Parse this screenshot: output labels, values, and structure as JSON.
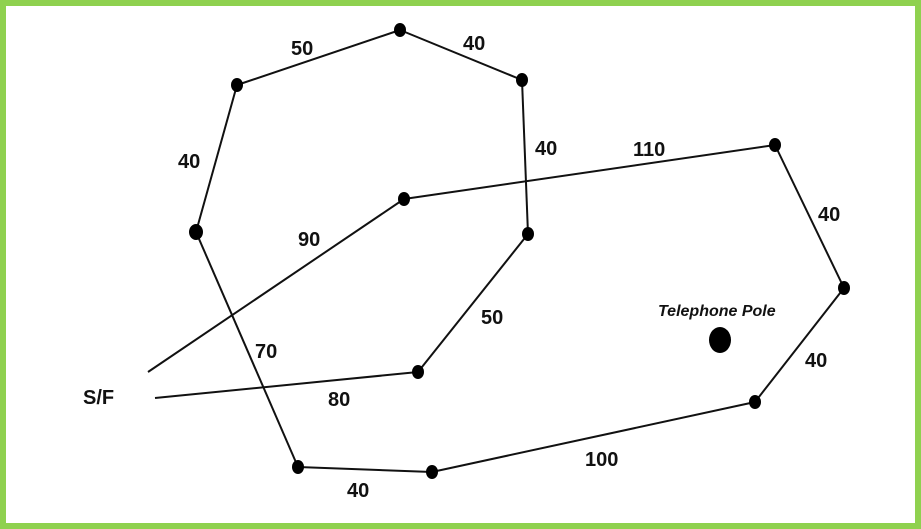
{
  "colors": {
    "border": "#8fd14f",
    "line": "#111111",
    "node": "#000000"
  },
  "start_label": "S/F",
  "landmark_label": "Telephone Pole",
  "segment_lengths": [
    "50",
    "40",
    "40",
    "40",
    "110",
    "40",
    "90",
    "50",
    "70",
    "40",
    "80",
    "40",
    "100"
  ]
}
